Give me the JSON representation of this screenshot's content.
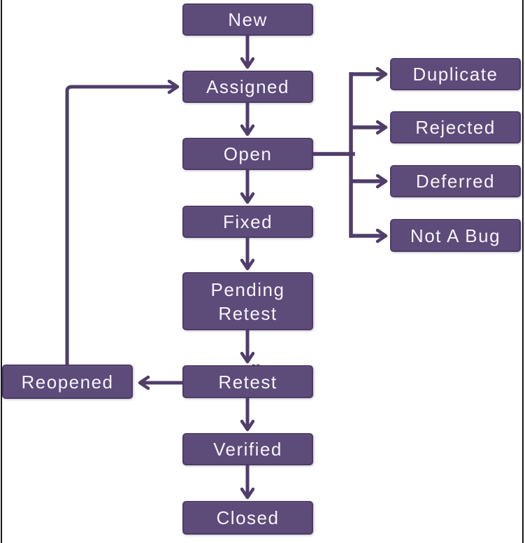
{
  "diagram": {
    "description": "Defect life cycle flowchart",
    "colors": {
      "node_fill": "#5d4b7a",
      "node_border": "#4c3c66",
      "connector": "#4f3e6a",
      "node_text": "#f7f4fa",
      "frame_border": "#161616",
      "background": "#ffffff"
    },
    "nodes": [
      {
        "id": "new",
        "label": "New"
      },
      {
        "id": "assigned",
        "label": "Assigned"
      },
      {
        "id": "open",
        "label": "Open"
      },
      {
        "id": "fixed",
        "label": "Fixed"
      },
      {
        "id": "pending-retest",
        "label": "Pending Retest"
      },
      {
        "id": "retest",
        "label": "Retest"
      },
      {
        "id": "verified",
        "label": "Verified"
      },
      {
        "id": "closed",
        "label": "Closed"
      },
      {
        "id": "reopened",
        "label": "Reopened"
      },
      {
        "id": "duplicate",
        "label": "Duplicate"
      },
      {
        "id": "rejected",
        "label": "Rejected"
      },
      {
        "id": "deferred",
        "label": "Deferred"
      },
      {
        "id": "not-a-bug",
        "label": "Not A Bug"
      }
    ],
    "edges": [
      {
        "from": "new",
        "to": "assigned"
      },
      {
        "from": "assigned",
        "to": "open"
      },
      {
        "from": "open",
        "to": "fixed"
      },
      {
        "from": "fixed",
        "to": "pending-retest"
      },
      {
        "from": "pending-retest",
        "to": "retest"
      },
      {
        "from": "retest",
        "to": "verified"
      },
      {
        "from": "verified",
        "to": "closed"
      },
      {
        "from": "retest",
        "to": "reopened"
      },
      {
        "from": "reopened",
        "to": "assigned"
      },
      {
        "from": "open",
        "to": "duplicate"
      },
      {
        "from": "open",
        "to": "rejected"
      },
      {
        "from": "open",
        "to": "deferred"
      },
      {
        "from": "open",
        "to": "not-a-bug"
      }
    ],
    "cursor": {
      "type": "text-ibeam",
      "visible": true
    }
  }
}
